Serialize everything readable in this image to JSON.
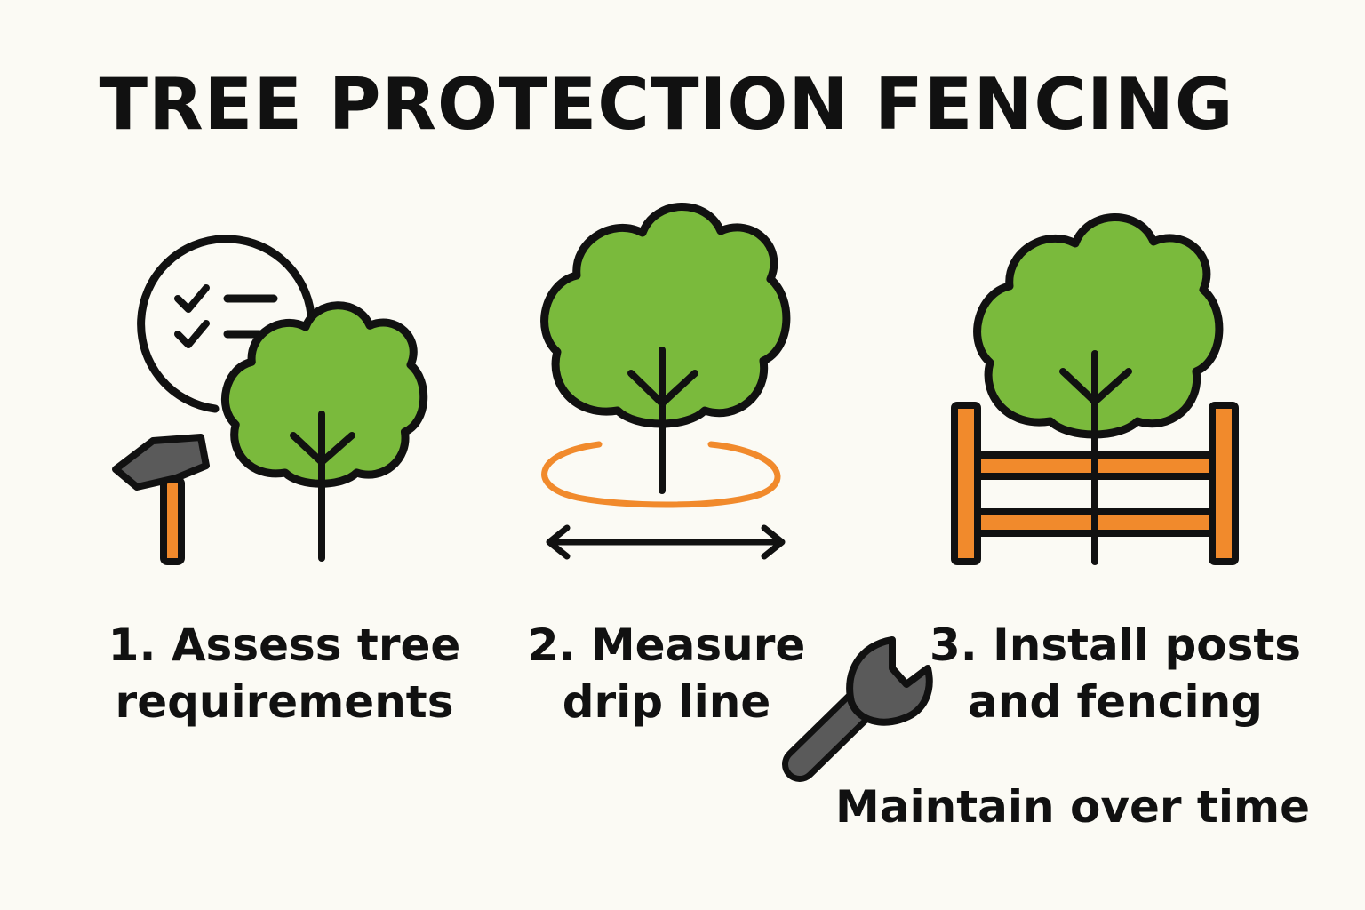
{
  "title": "TREE PROTECTION FENCING",
  "steps": [
    {
      "line1": "1. Assess tree",
      "line2": "requirements",
      "icons": [
        "checklist-icon",
        "hammer-icon",
        "tree-icon"
      ]
    },
    {
      "line1": "2. Measure",
      "line2": "drip line",
      "icons": [
        "tree-icon",
        "drip-line-ring-icon",
        "double-arrow-icon"
      ]
    },
    {
      "line1": "3. Install posts",
      "line2": "and fencing",
      "icons": [
        "tree-icon",
        "fence-icon"
      ]
    }
  ],
  "maintain": {
    "label": "Maintain over time",
    "icon": "wrench-icon"
  },
  "colors": {
    "background": "#fbfaf4",
    "foliage": "#7aba3c",
    "outline": "#111111",
    "accent_orange": "#f18a2c",
    "tool_gray": "#5a5a5a"
  }
}
